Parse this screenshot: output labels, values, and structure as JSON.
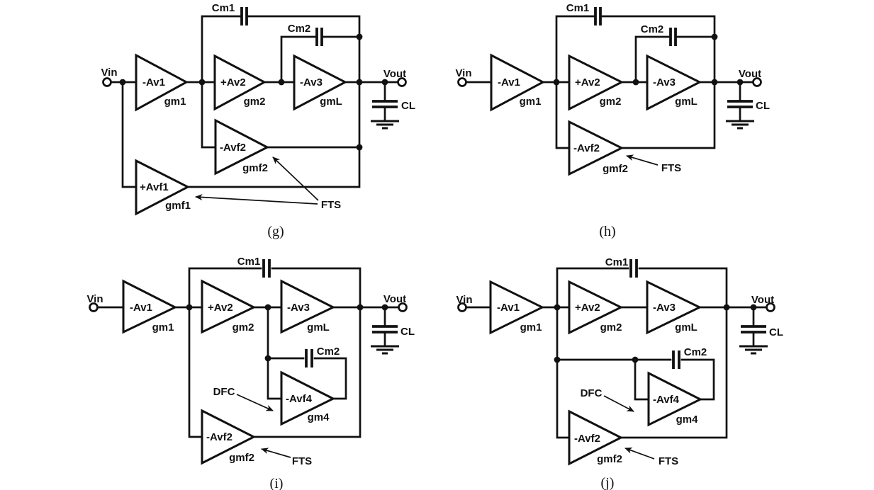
{
  "colors": {
    "ink": "#111111",
    "paper": "#ffffff"
  },
  "panels": {
    "g": {
      "caption": "(g)",
      "labels": {
        "vin": "Vin",
        "vout": "Vout",
        "cm1": "Cm1",
        "cm2": "Cm2",
        "cl": "CL",
        "av1": "-Av1",
        "gm1": "gm1",
        "av2": "+Av2",
        "gm2": "gm2",
        "av3": "-Av3",
        "gmL": "gmL",
        "avf2": "-Avf2",
        "gmf2": "gmf2",
        "avf1": "+Avf1",
        "gmf1": "gmf1",
        "fts": "FTS"
      }
    },
    "h": {
      "caption": "(h)",
      "labels": {
        "vin": "Vin",
        "vout": "Vout",
        "cm1": "Cm1",
        "cm2": "Cm2",
        "cl": "CL",
        "av1": "-Av1",
        "gm1": "gm1",
        "av2": "+Av2",
        "gm2": "gm2",
        "av3": "-Av3",
        "gmL": "gmL",
        "avf2": "-Avf2",
        "gmf2": "gmf2",
        "fts": "FTS"
      }
    },
    "i": {
      "caption": "(i)",
      "labels": {
        "vin": "Vin",
        "vout": "Vout",
        "cm1": "Cm1",
        "cm2": "Cm2",
        "cl": "CL",
        "av1": "-Av1",
        "gm1": "gm1",
        "av2": "+Av2",
        "gm2": "gm2",
        "av3": "-Av3",
        "gmL": "gmL",
        "avf4": "-Avf4",
        "gm4": "gm4",
        "avf2": "-Avf2",
        "gmf2": "gmf2",
        "dfc": "DFC",
        "fts": "FTS"
      }
    },
    "j": {
      "caption": "(j)",
      "labels": {
        "vin": "Vin",
        "vout": "Vout",
        "cm1": "Cm1",
        "cm2": "Cm2",
        "cl": "CL",
        "av1": "-Av1",
        "gm1": "gm1",
        "av2": "+Av2",
        "gm2": "gm2",
        "av3": "-Av3",
        "gmL": "gmL",
        "avf4": "-Avf4",
        "gm4": "gm4",
        "avf2": "-Avf2",
        "gmf2": "gmf2",
        "dfc": "DFC",
        "fts": "FTS"
      }
    }
  }
}
